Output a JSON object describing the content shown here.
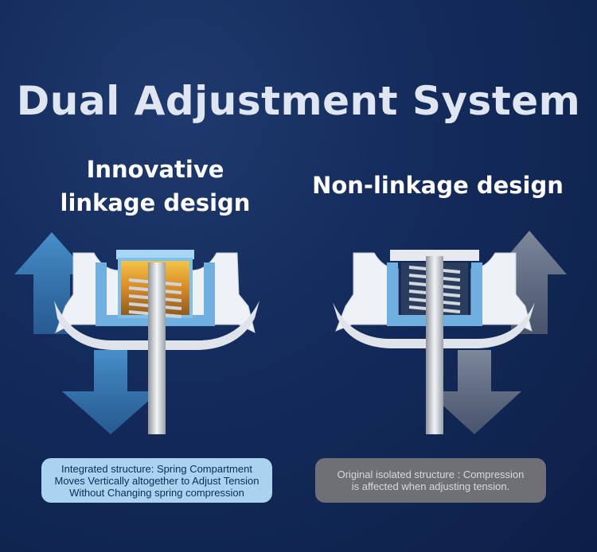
{
  "title": "Dual Adjustment System",
  "left_panel": {
    "heading_lines": [
      "Innovative",
      "linkage design"
    ],
    "caption_lines": [
      "Integrated structure: Spring Compartment",
      "Moves Vertically altogether to Adjust Tension",
      "Without Changing spring compression"
    ]
  },
  "right_panel": {
    "heading_lines": [
      "Non-linkage design"
    ],
    "caption_lines": [
      "Original isolated structure : Compression",
      "is affected when adjusting tension."
    ]
  },
  "colors": {
    "background": "#142c5c",
    "left_caption_bg": "#a9d3ee",
    "right_caption_bg": "#6e7076",
    "left_arrow": "#3f86c0",
    "right_arrow": "#7c8595"
  }
}
